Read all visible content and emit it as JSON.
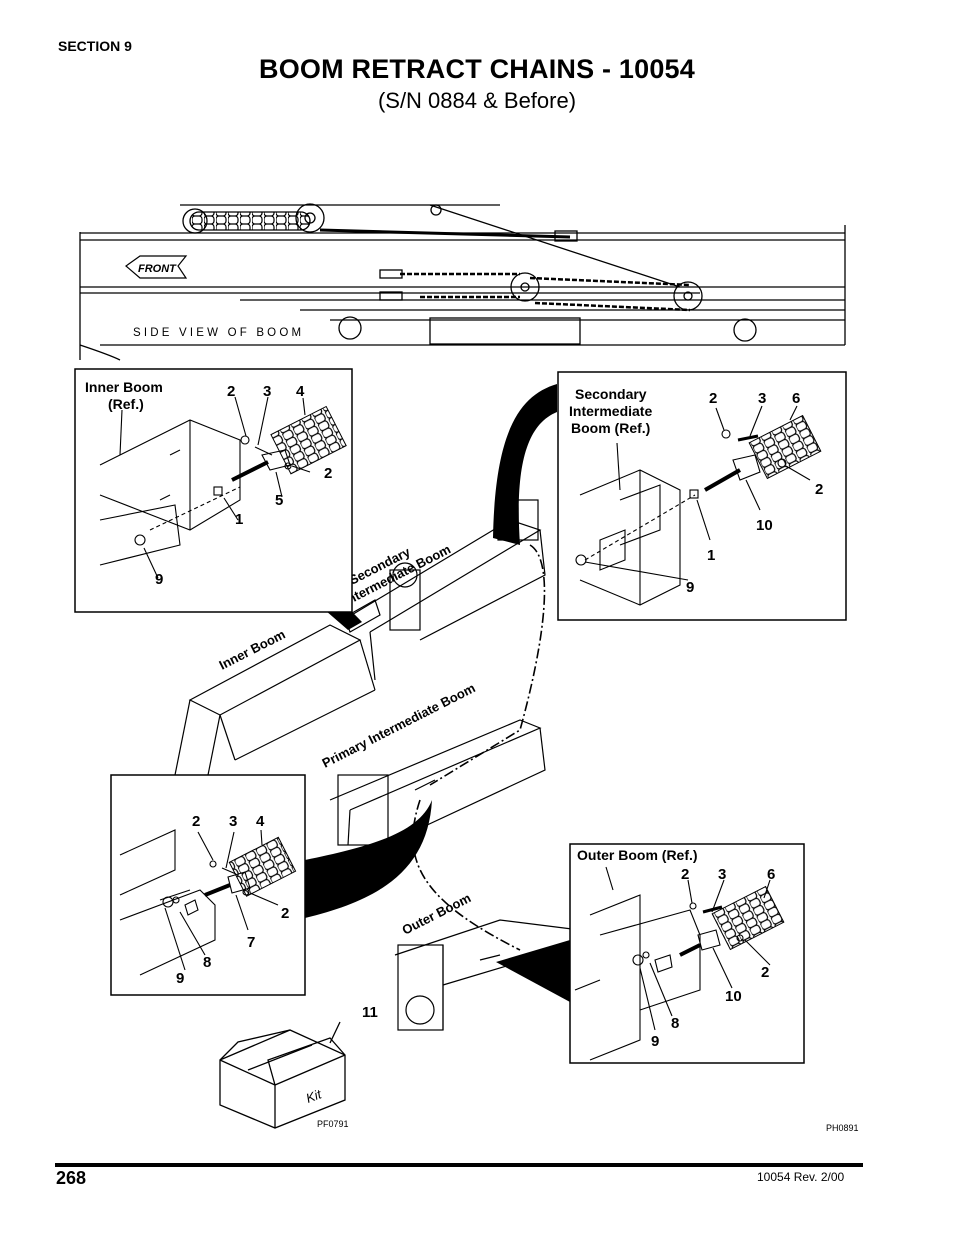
{
  "header": {
    "section": "SECTION 9",
    "title": "BOOM RETRACT CHAINS - 10054",
    "subtitle": "(S/N 0884 & Before)"
  },
  "side_view": {
    "front_label": "FRONT",
    "caption": "S I D E   V I E W   O F   B O O M"
  },
  "boom_labels": {
    "secondary_line1": "Secondary",
    "secondary_line2": "Intermediate Boom",
    "inner": "Inner Boom",
    "primary": "Primary Intermediate Boom",
    "outer": "Outer Boom"
  },
  "detail_inner": {
    "title_line1": "Inner Boom",
    "title_line2": "(Ref.)",
    "callouts": [
      "2",
      "3",
      "4",
      "2",
      "5",
      "1",
      "9"
    ]
  },
  "detail_secondary": {
    "title_line1": "Secondary",
    "title_line2": "Intermediate",
    "title_line3": "Boom (Ref.)",
    "callouts": [
      "2",
      "3",
      "6",
      "2",
      "10",
      "1",
      "9"
    ]
  },
  "detail_primary": {
    "callouts": [
      "2",
      "3",
      "4",
      "2",
      "7",
      "8",
      "9"
    ]
  },
  "detail_outer": {
    "title": "Outer Boom (Ref.)",
    "callouts": [
      "2",
      "3",
      "6",
      "2",
      "10",
      "8",
      "9"
    ]
  },
  "kit": {
    "callout": "11",
    "box_label": "Kit",
    "code": "PF0791"
  },
  "figure_code": "PH0891",
  "footer": {
    "page_number": "268",
    "revision": "10054 Rev. 2/00"
  }
}
